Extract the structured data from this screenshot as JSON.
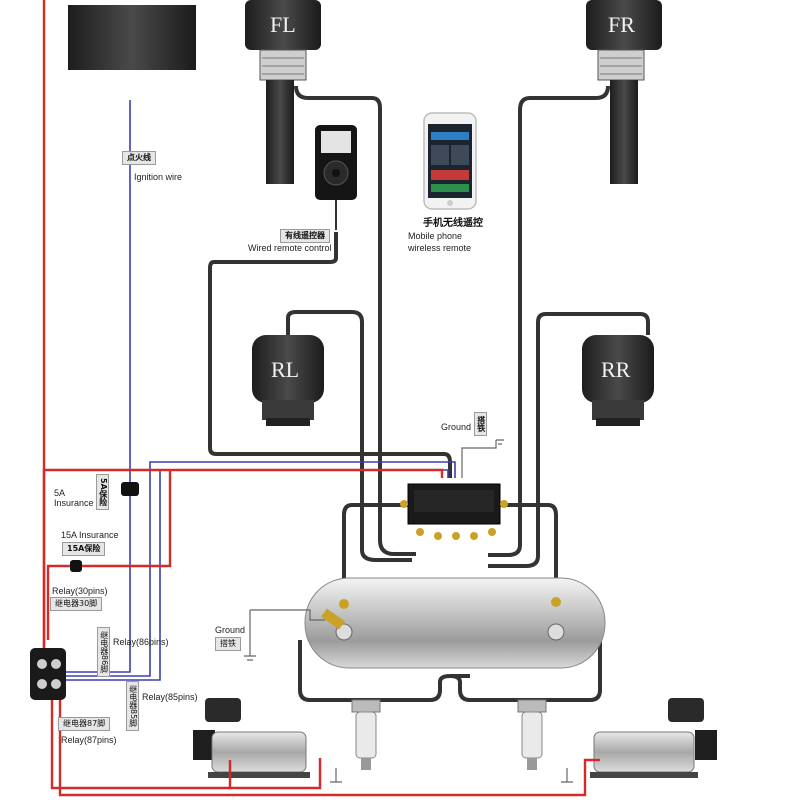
{
  "corners": {
    "fl": "FL",
    "fr": "FR",
    "rl": "RL",
    "rr": "RR"
  },
  "ignition": {
    "cn": "点火线",
    "en": "Ignition wire"
  },
  "wired_remote": {
    "cn": "有线遥控器",
    "en": "Wired remote control"
  },
  "phone_remote": {
    "cn": "手机无线遥控",
    "en_line1": "Mobile phone",
    "en_line2": "wireless remote"
  },
  "ground_top": {
    "en": "Ground",
    "cn": "搭铁"
  },
  "ground_left": {
    "en": "Ground",
    "cn": "搭铁"
  },
  "fuse_5a": {
    "en_line1": "5A",
    "en_line2": "Insurance",
    "cn": "5A保险"
  },
  "fuse_15a": {
    "en": "15A Insurance",
    "cn": "15A保险"
  },
  "relay_30": {
    "en": "Relay(30pins)",
    "cn": "继电器30脚"
  },
  "relay_86": {
    "en": "Relay(86pins)",
    "cn": "继电器86脚"
  },
  "relay_85": {
    "en": "Relay(85pins)",
    "cn": "继电器85脚"
  },
  "relay_87": {
    "en": "Relay(87pins)",
    "cn": "继电器87脚"
  },
  "colors": {
    "power_wire": "#d42a2a",
    "signal_wire": "#3a3fb0",
    "air_line": "#333333",
    "ground_wire": "#555555"
  }
}
